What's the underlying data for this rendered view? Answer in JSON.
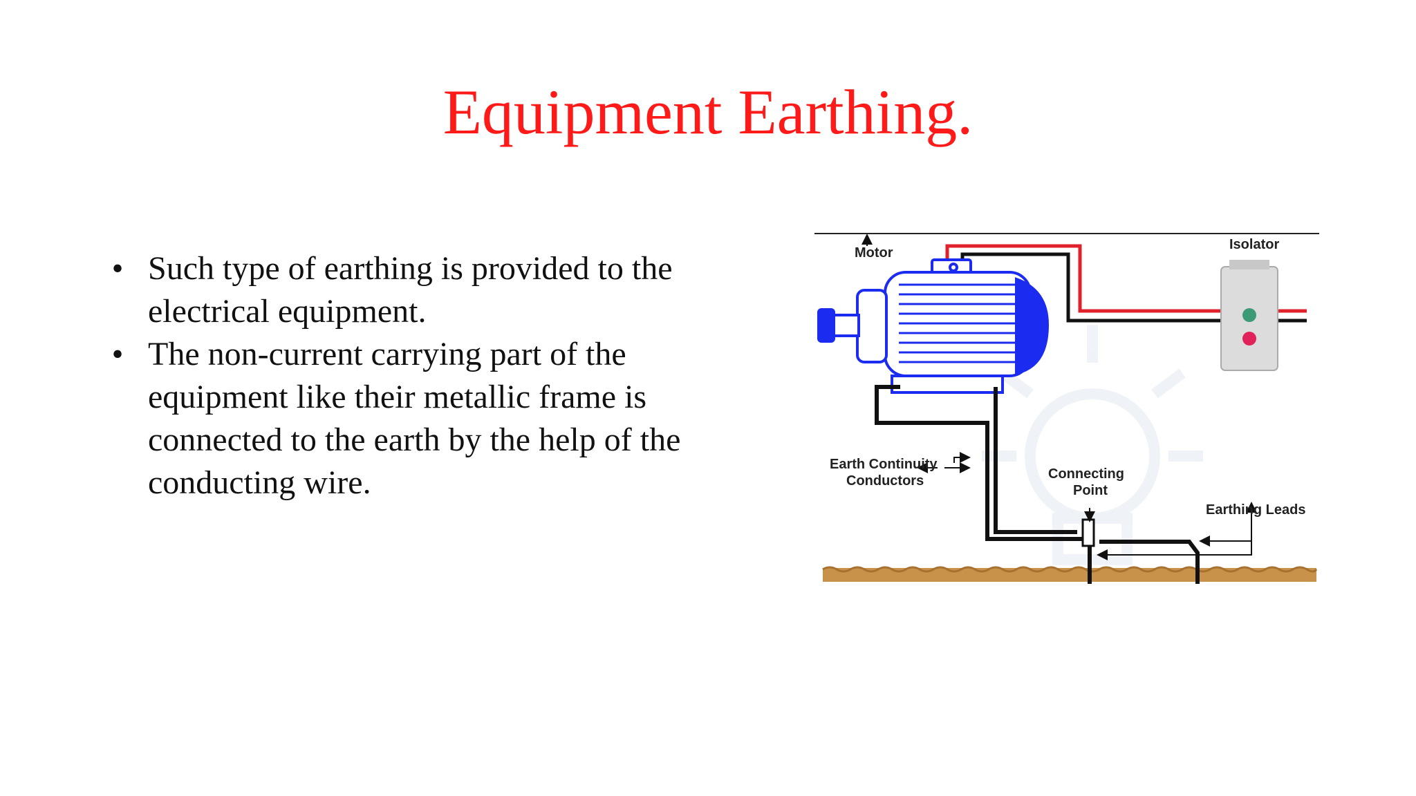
{
  "slide": {
    "title": "Equipment Earthing.",
    "bullets": [
      "Such type of earthing is provided to the electrical equipment.",
      "The non-current carrying part of the equipment like their metallic frame is connected to the earth by the help of the conducting wire."
    ],
    "bullet_symbol": "•"
  },
  "diagram": {
    "labels": {
      "motor": "Motor",
      "isolator": "Isolator",
      "earth_continuity_1": "Earth Continuity",
      "earth_continuity_2": "Conductors",
      "connecting_1": "Connecting",
      "connecting_2": "Point",
      "earthing_leads": "Earthing Leads"
    },
    "colors": {
      "title": "#ff1a1a",
      "motor": "#1b2cf0",
      "wire_live": "#e0202a",
      "wire_earth": "#111111",
      "ground": "#c9924a",
      "isolator_body": "#dcdcdc",
      "green_lamp": "#3c9a76",
      "red_lamp": "#e0215a"
    }
  }
}
